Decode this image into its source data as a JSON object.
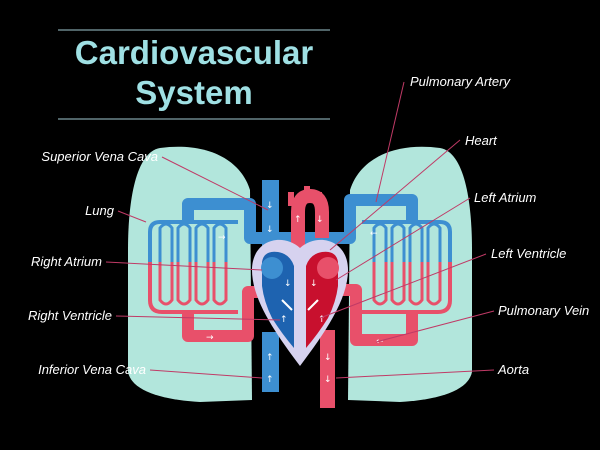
{
  "title": {
    "line1": "Cardiovascular",
    "line2": "System"
  },
  "labels": {
    "superior_vena_cava": "Superior Vena Cava",
    "lung": "Lung",
    "right_atrium": "Right Atrium",
    "right_ventricle": "Right Ventricle",
    "inferior_vena_cava": "Inferior Vena Cava",
    "pulmonary_artery": "Pulmonary Artery",
    "heart": "Heart",
    "left_atrium": "Left Atrium",
    "left_ventricle": "Left Ventricle",
    "pulmonary_vein": "Pulmonary Vein",
    "aorta": "Aorta"
  },
  "colors": {
    "background": "#000000",
    "title": "#9fe0e4",
    "lung": "#b2e6dc",
    "deoxygenated": "#3d8fd1",
    "oxygenated": "#e8506a",
    "heart_left": "#c8102e",
    "heart_right": "#1e63b0",
    "heart_outline": "#d6d2ef",
    "leader_line": "#c03a66"
  }
}
